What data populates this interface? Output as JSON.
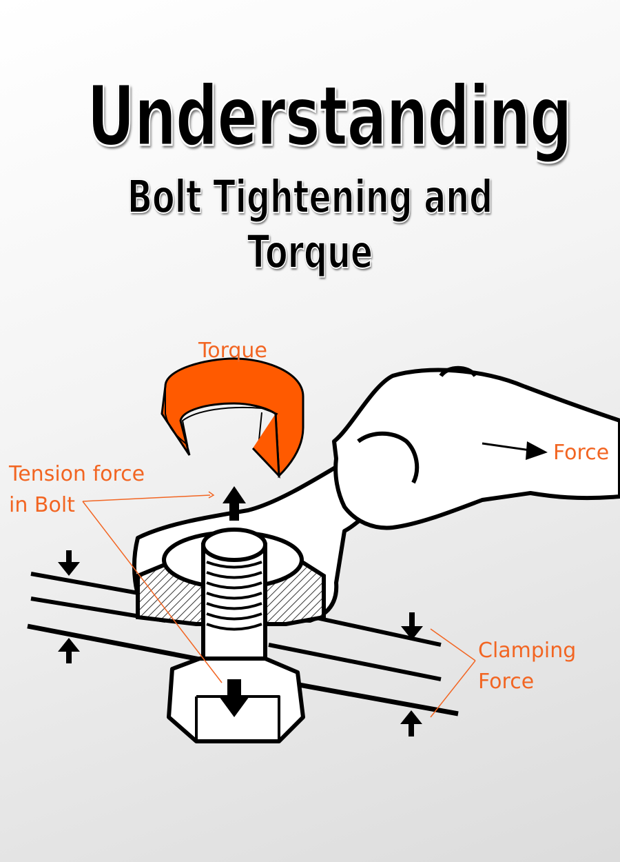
{
  "title": {
    "main": "Understanding",
    "sub": "Bolt Tightening and Torque"
  },
  "labels": {
    "torque": "Torque",
    "force": "Force",
    "tension_line1": "Tension force",
    "tension_line2": "in Bolt",
    "clamping_line1": "Clamping",
    "clamping_line2": "Force"
  },
  "colors": {
    "accent": "#f26522",
    "ink": "#000000",
    "paper": "#ffffff"
  }
}
